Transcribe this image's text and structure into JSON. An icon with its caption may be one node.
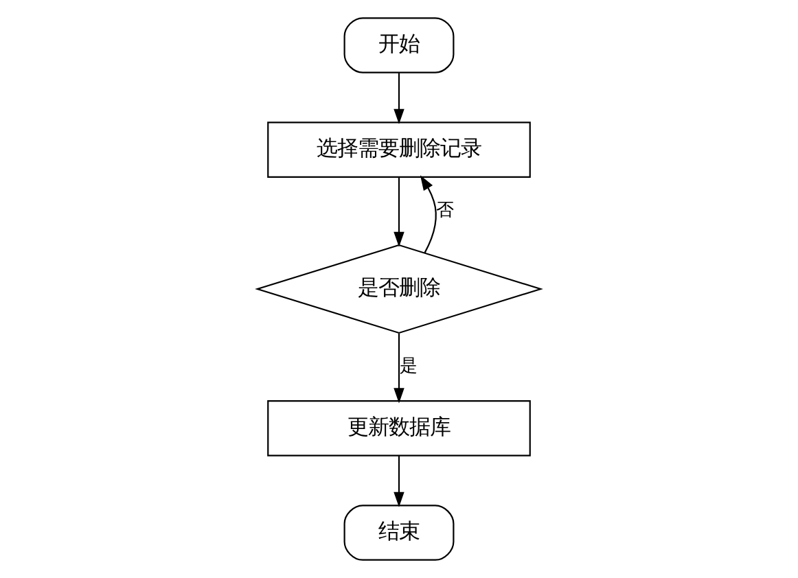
{
  "diagram": {
    "nodes": [
      {
        "text": [
          "开始"
        ]
      },
      {
        "text": [
          "选择需要删除记录"
        ]
      },
      {
        "text": [
          "是否删除"
        ]
      },
      {
        "text": [
          "更新数据库"
        ]
      },
      {
        "text": [
          "结束"
        ]
      }
    ],
    "edges": [
      {
        "from": 0,
        "to": 1,
        "arrow": "to"
      },
      {
        "from": 1,
        "to": 2,
        "arrow": "to"
      },
      {
        "from": 2,
        "to": 1,
        "arrow": "to",
        "label": "否"
      },
      {
        "from": 2,
        "to": 3,
        "arrow": "to",
        "label": "是"
      },
      {
        "from": 3,
        "to": 4,
        "arrow": "to"
      }
    ]
  }
}
